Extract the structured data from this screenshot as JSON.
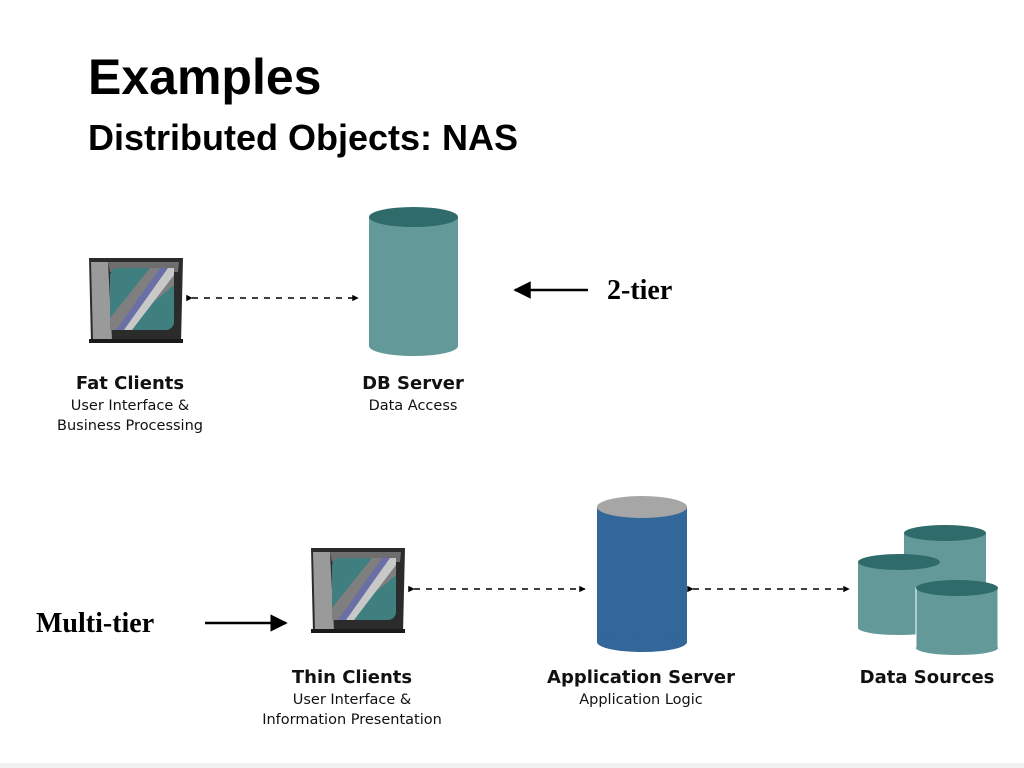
{
  "slide": {
    "title": "Examples",
    "subtitle": "Distributed Objects: NAS"
  },
  "two_tier": {
    "tag": "2-tier",
    "fat_clients": {
      "title": "Fat Clients",
      "line1": "User Interface &",
      "line2": "Business Processing"
    },
    "db_server": {
      "title": "DB Server",
      "line1": "Data Access"
    }
  },
  "multi_tier": {
    "tag": "Multi-tier",
    "thin_clients": {
      "title": "Thin Clients",
      "line1": "User Interface &",
      "line2": "Information Presentation"
    },
    "app_server": {
      "title": "Application Server",
      "line1": "Application Logic"
    },
    "data_sources": {
      "title": "Data Sources"
    }
  },
  "colors": {
    "teal_body": "#649999",
    "teal_top": "#2f6b6b",
    "blue_body": "#336699",
    "blue_top": "#a6a6a6"
  }
}
